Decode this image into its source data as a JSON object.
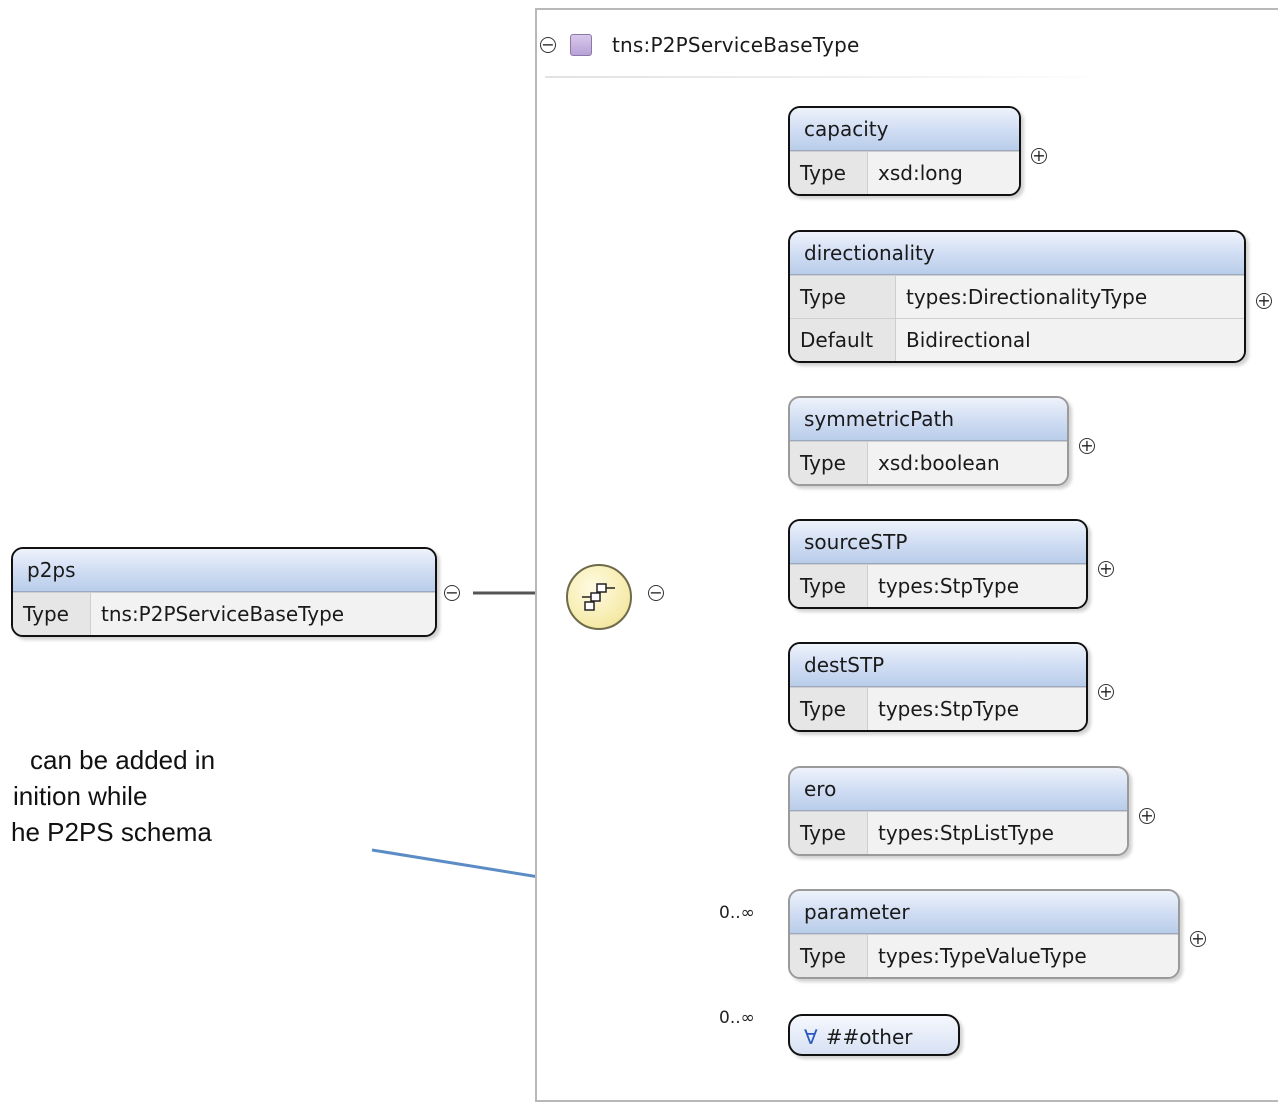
{
  "panel": {
    "header_label": "tns:P2PServiceBaseType"
  },
  "root_element": {
    "name": "p2ps",
    "type_label": "Type",
    "type_value": "tns:P2PServiceBaseType"
  },
  "elements": [
    {
      "name": "capacity",
      "rows": [
        {
          "k": "Type",
          "v": "xsd:long"
        }
      ],
      "optional": false,
      "occurs": ""
    },
    {
      "name": "directionality",
      "rows": [
        {
          "k": "Type",
          "v": "types:DirectionalityType"
        },
        {
          "k": "Default",
          "v": "Bidirectional"
        }
      ],
      "optional": false,
      "occurs": ""
    },
    {
      "name": "symmetricPath",
      "rows": [
        {
          "k": "Type",
          "v": "xsd:boolean"
        }
      ],
      "optional": true,
      "occurs": ""
    },
    {
      "name": "sourceSTP",
      "rows": [
        {
          "k": "Type",
          "v": "types:StpType"
        }
      ],
      "optional": false,
      "occurs": ""
    },
    {
      "name": "destSTP",
      "rows": [
        {
          "k": "Type",
          "v": "types:StpType"
        }
      ],
      "optional": false,
      "occurs": ""
    },
    {
      "name": "ero",
      "rows": [
        {
          "k": "Type",
          "v": "types:StpListType"
        }
      ],
      "optional": true,
      "occurs": ""
    },
    {
      "name": "parameter",
      "rows": [
        {
          "k": "Type",
          "v": "types:TypeValueType"
        }
      ],
      "optional": true,
      "occurs": "0..∞"
    }
  ],
  "any_element": {
    "occurs": "0..∞",
    "symbol": "∀",
    "label": "##other"
  },
  "annotation": {
    "lines": [
      "can be added in",
      "inition while",
      "he P2PS schema"
    ]
  },
  "colors": {
    "arrow": "#5b8cc5",
    "line_strong": "#555555",
    "line_light": "#c8c8c8"
  }
}
